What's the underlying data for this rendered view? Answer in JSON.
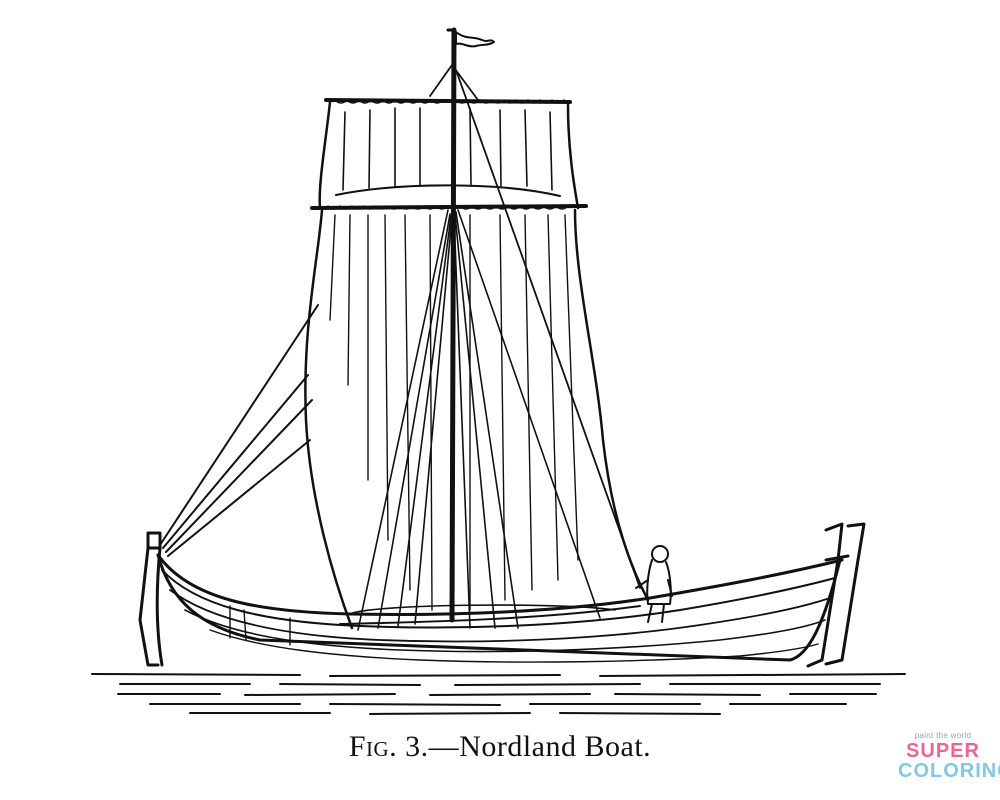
{
  "figure": {
    "caption_label": "Fig. 3.—",
    "caption_title": "Nordland Boat."
  },
  "watermark": {
    "tagline": "paint the world",
    "line1": "SUPER",
    "line2": "COLORING"
  }
}
